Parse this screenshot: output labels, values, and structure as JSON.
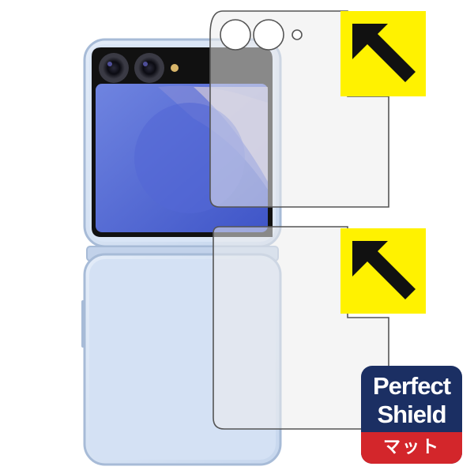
{
  "badge": {
    "line1": "Perfect",
    "line2": "Shield",
    "footer": "マット"
  },
  "colors": {
    "phone_body": "#d7e4f6",
    "phone_frame": "#a7bbd7",
    "cover_screen_bezel": "#111111",
    "arrow_tag_background": "#fff200",
    "arrow_color": "#111111",
    "badge_background": "#1b2f63",
    "badge_footer": "#d3262b"
  },
  "icons": [
    "camera-lens-icon",
    "flash-icon",
    "diagonal-arrow-icon",
    "diagonal-arrow-icon"
  ]
}
